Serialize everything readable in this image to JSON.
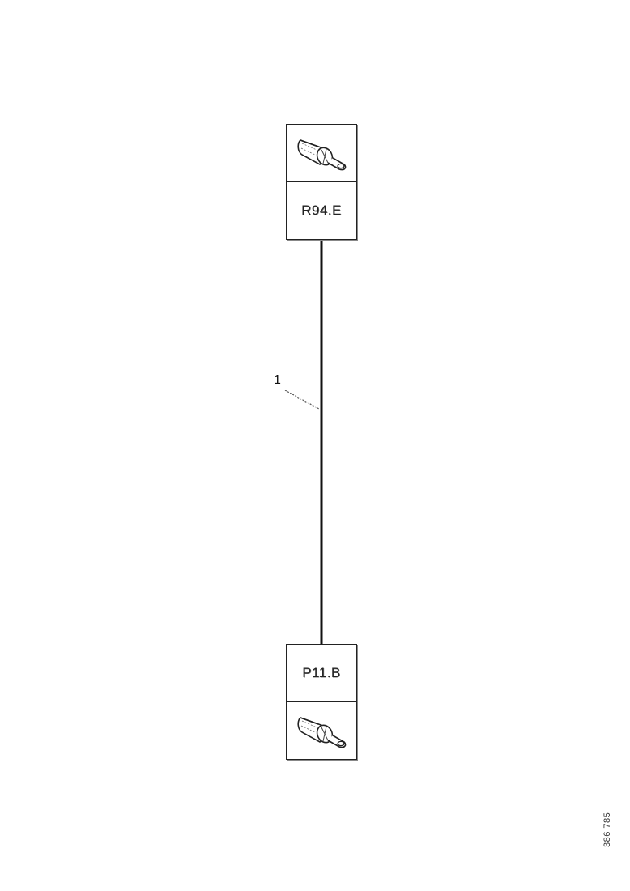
{
  "diagram": {
    "connectors": {
      "top": {
        "label": "R94.E",
        "icon": "ring-terminal-icon"
      },
      "bottom": {
        "label": "P11.B",
        "icon": "ring-terminal-icon"
      }
    },
    "wire": {
      "number": "1"
    },
    "doc_ref": "386 785"
  }
}
